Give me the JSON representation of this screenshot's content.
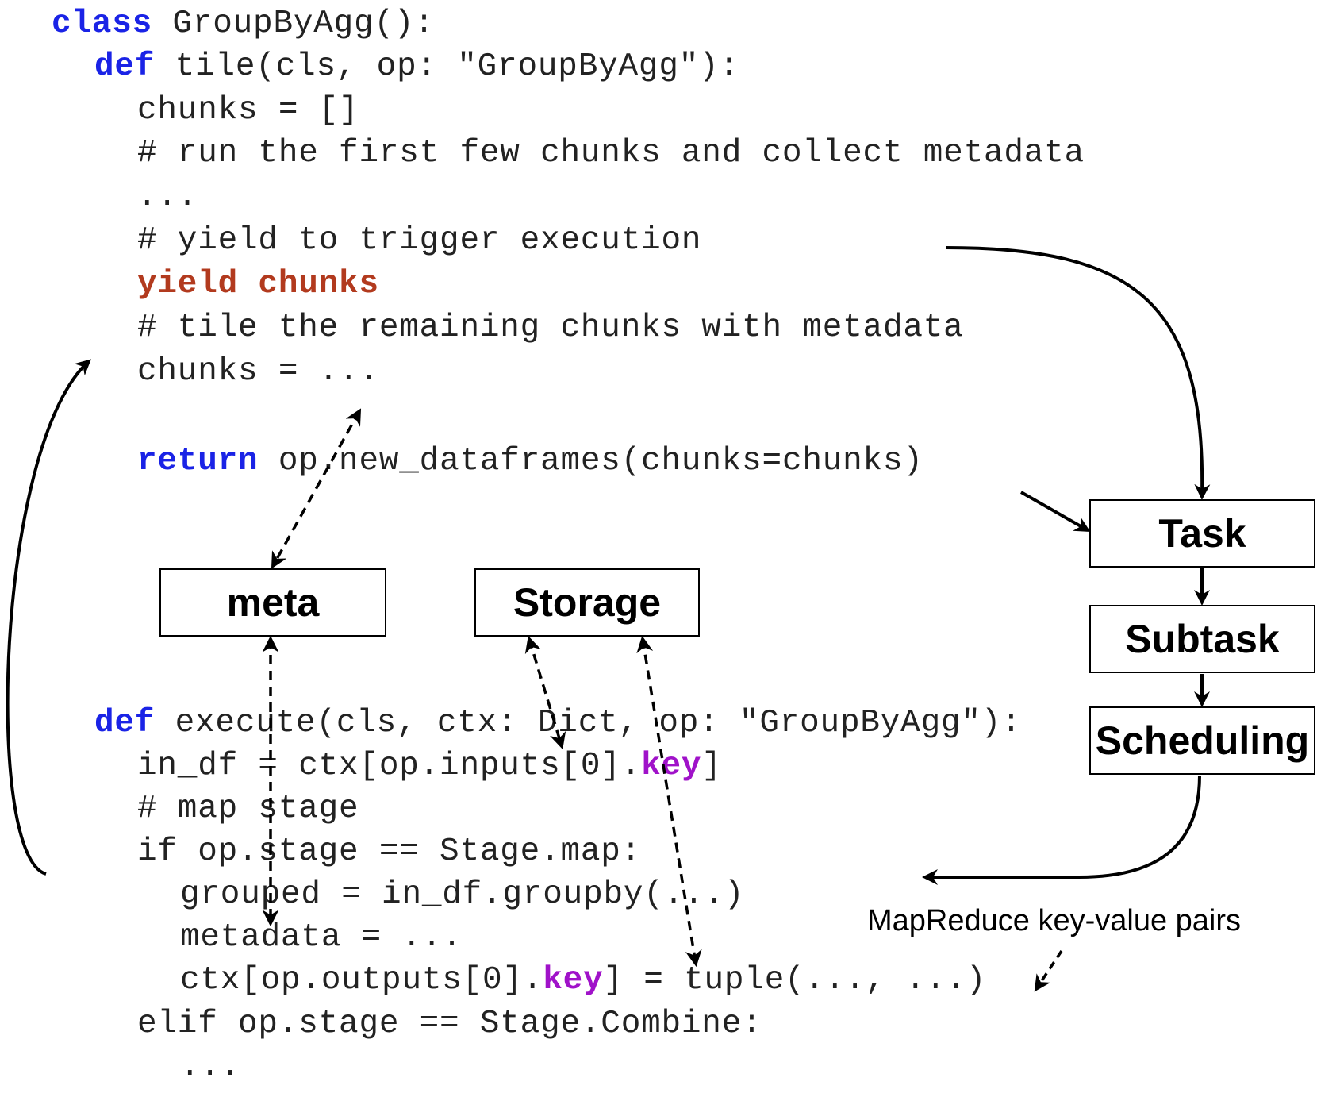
{
  "code": {
    "l1_kw": "class",
    "l1_rest": " GroupByAgg():",
    "l2_kw": "def",
    "l2_rest": " tile(cls, op: \"GroupByAgg\"):",
    "l3": "chunks = []",
    "l4": "# run the first few chunks and collect metadata",
    "l5": "...",
    "l6": "# yield to trigger execution",
    "l7": "yield chunks",
    "l8": "# tile the remaining chunks with metadata",
    "l9": "chunks = ...",
    "l10_kw": "return",
    "l10_rest": " op.new_dataframes(chunks=chunks)",
    "l11_kw": "def",
    "l11_rest": " execute(cls, ctx: Dict, op: \"GroupByAgg\"):",
    "l12_a": "in_df = ctx[op.inputs[0].",
    "l12_key": "key",
    "l12_b": "]",
    "l13": "# map stage",
    "l14": "if op.stage == Stage.map:",
    "l15": "grouped = in_df.groupby(...)",
    "l16": "metadata = ...",
    "l17_a": "ctx[op.outputs[0].",
    "l17_key": "key",
    "l17_b": "] = tuple(..., ...)",
    "l18": "elif op.stage == Stage.Combine:",
    "l19": "..."
  },
  "boxes": {
    "meta": "meta",
    "storage": "Storage",
    "task": "Task",
    "subtask": "Subtask",
    "scheduling": "Scheduling"
  },
  "caption": "MapReduce key-value pairs",
  "colors": {
    "keyword": "#1a23e6",
    "yield": "#b23a1e",
    "key": "#a012c9",
    "text": "#222222"
  }
}
